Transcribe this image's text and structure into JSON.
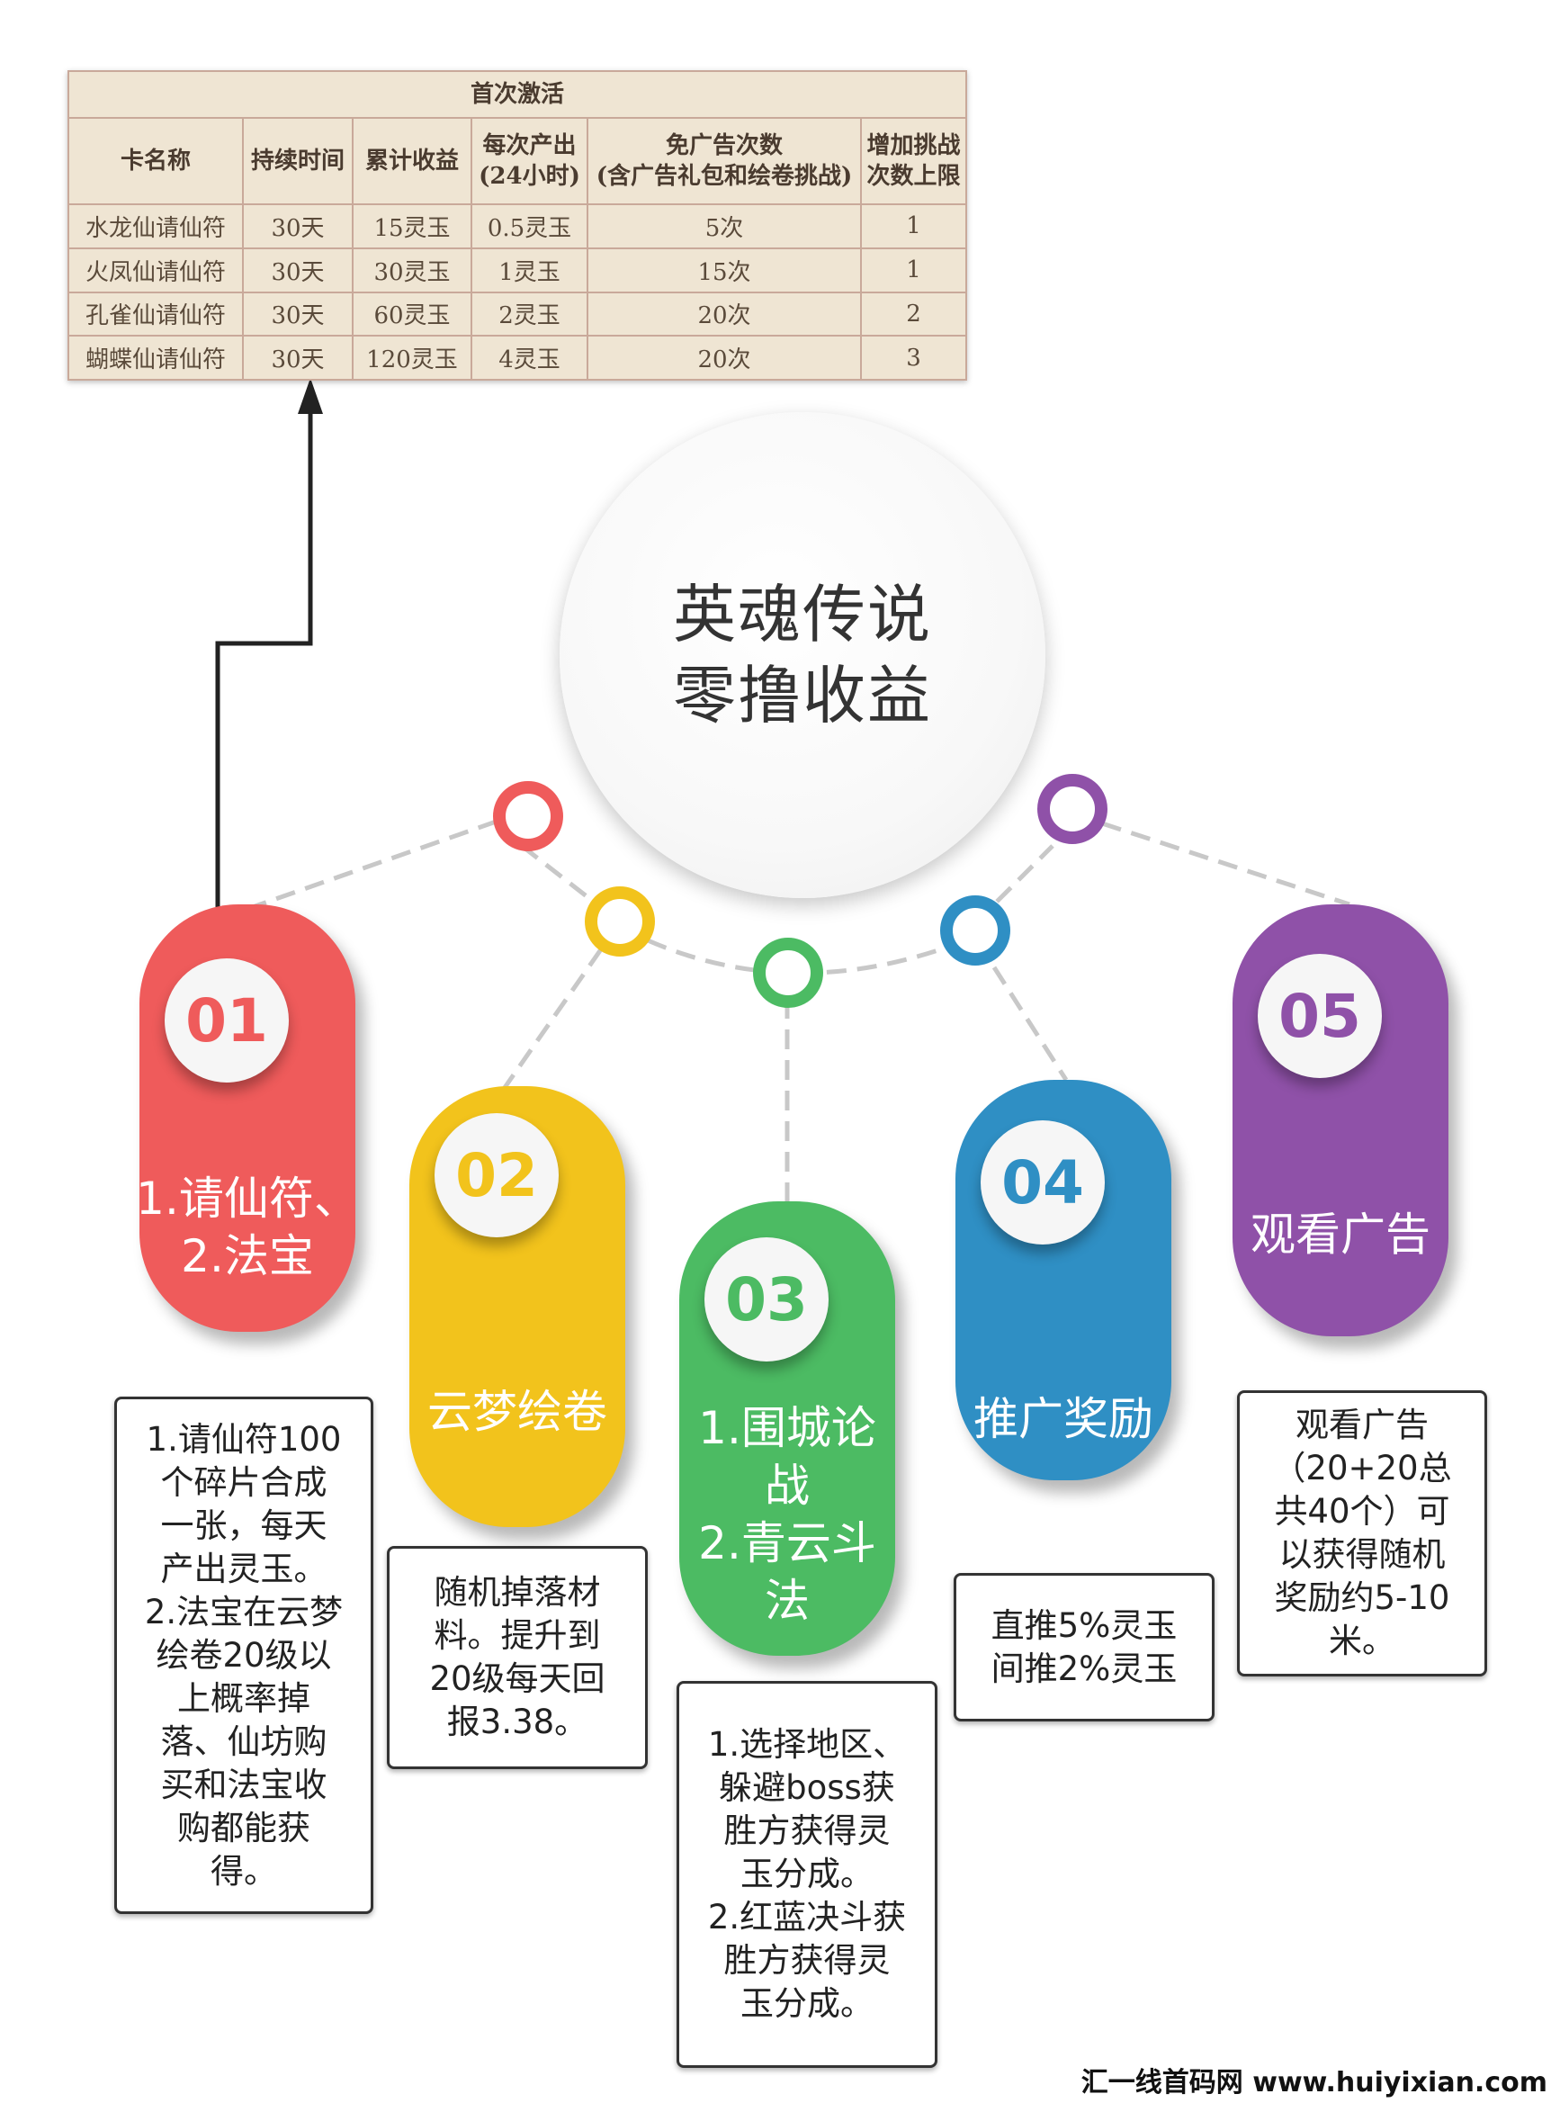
{
  "table": {
    "caption": "首次激活",
    "headers": [
      "卡名称",
      "持续时间",
      "累计收益",
      "每次产出\n(24小时)",
      "免广告次数\n(含广告礼包和绘卷挑战)",
      "增加挑战\n次数上限"
    ],
    "rows": [
      [
        "水龙仙请仙符",
        "30天",
        "15灵玉",
        "0.5灵玉",
        "5次",
        "1"
      ],
      [
        "火凤仙请仙符",
        "30天",
        "30灵玉",
        "1灵玉",
        "15次",
        "1"
      ],
      [
        "孔雀仙请仙符",
        "30天",
        "60灵玉",
        "2灵玉",
        "20次",
        "2"
      ],
      [
        "蝴蝶仙请仙符",
        "30天",
        "120灵玉",
        "4灵玉",
        "20次",
        "3"
      ]
    ]
  },
  "hub": {
    "line1": "英魂传说",
    "line2": "零撸收益"
  },
  "colors": {
    "red": "#ef5b5b",
    "yellow": "#f2c31c",
    "green": "#4cbb63",
    "blue": "#2f8fc4",
    "purple": "#8f51a8"
  },
  "items": [
    {
      "number": "01",
      "label": [
        "1.请仙符、",
        "2.法宝"
      ],
      "desc": [
        "1.请仙符100",
        "个碎片合成",
        "一张，每天",
        "产出灵玉。",
        "2.法宝在云梦",
        "绘卷20级以",
        "上概率掉",
        "落、仙坊购",
        "买和法宝收",
        "购都能获",
        "得。"
      ]
    },
    {
      "number": "02",
      "label": [
        "云梦绘卷"
      ],
      "desc": [
        "随机掉落材",
        "料。提升到",
        "20级每天回",
        "报3.38。"
      ]
    },
    {
      "number": "03",
      "label": [
        "1.围城论",
        "战",
        "2.青云斗",
        "法"
      ],
      "desc": [
        "1.选择地区、",
        "躲避boss获",
        "胜方获得灵",
        "玉分成。",
        "2.红蓝决斗获",
        "胜方获得灵",
        "玉分成。"
      ]
    },
    {
      "number": "04",
      "label": [
        "推广奖励"
      ],
      "desc": [
        "直推5%灵玉",
        "间推2%灵玉"
      ]
    },
    {
      "number": "05",
      "label": [
        "观看广告"
      ],
      "desc": [
        "观看广告",
        "（20+20总",
        "共40个）可",
        "以获得随机",
        "奖励约5-10",
        "米。"
      ]
    }
  ],
  "watermark": "汇一线首码网 www.huiyixian.com"
}
